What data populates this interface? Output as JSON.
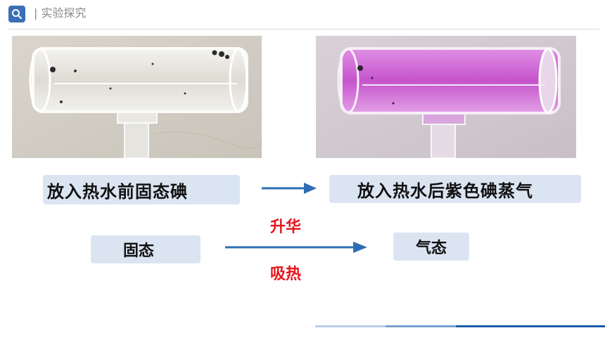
{
  "header": {
    "title": "| 实验探究",
    "search_icon": "search-icon",
    "accent_color": "#3a6fb5"
  },
  "photos": {
    "left": {
      "tube_color": "clear"
    },
    "right": {
      "tube_color": "#c85fd0"
    }
  },
  "labels": {
    "before": "放入热水前固态碘",
    "after": "放入热水后紫色碘蒸气",
    "solid": "固态",
    "gas": "气态",
    "sublimation": "升华",
    "absorb_heat": "吸热"
  },
  "colors": {
    "box_bg": "#dbe5f2",
    "arrow": "#2e6db3",
    "red": "#e8141b"
  }
}
